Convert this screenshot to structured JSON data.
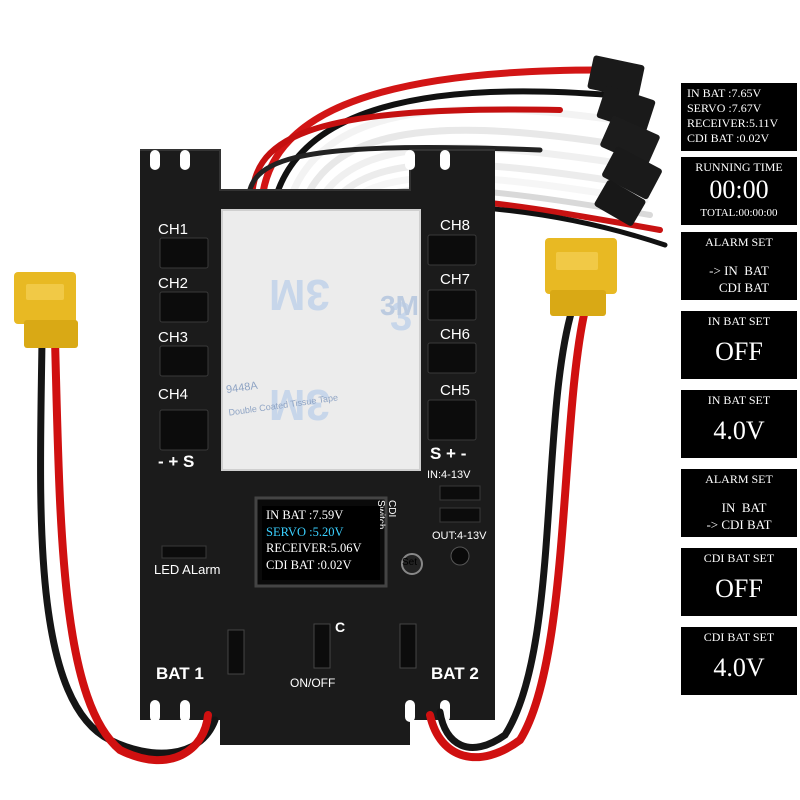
{
  "board": {
    "channels_left": [
      "CH1",
      "CH2",
      "CH3",
      "CH4"
    ],
    "channels_right": [
      "CH8",
      "CH7",
      "CH6",
      "CH5"
    ],
    "polarity_left": "- + S",
    "polarity_right": "S + -",
    "in_range": "IN:4-13V",
    "out_range": "OUT:4-13V",
    "cdi_switch": "CDI\nSwitch",
    "set_button": "Set",
    "led_alarm": "LED ALarm",
    "bat1": "BAT 1",
    "bat2": "BAT 2",
    "on_off": "ON/OFF",
    "port_c": "C",
    "tape_brand": "3M",
    "tape_code": "9448A",
    "tape_text": "Double Coated Tissue Tape",
    "board_display": [
      {
        "label": "IN BAT",
        "value": ":7.59V"
      },
      {
        "label": "SERVO",
        "value": ":5.20V"
      },
      {
        "label": "RECEIVER",
        "value": ":5.06V"
      },
      {
        "label": "CDI BAT",
        "value": ":0.02V"
      }
    ]
  },
  "panels": {
    "voltages": {
      "rows": [
        {
          "label": "IN BAT",
          "value": ":7.65V"
        },
        {
          "label": "SERVO",
          "value": ":7.67V"
        },
        {
          "label": "RECEIVER",
          "value": ":5.11V"
        },
        {
          "label": "CDI BAT",
          "value": ":0.02V"
        }
      ]
    },
    "running_time": {
      "title": "RUNNING TIME",
      "time": "00:00",
      "total": "TOTAL:00:00:00"
    },
    "alarm_set_1": {
      "title": "ALARM SET",
      "line1": "-> IN  BAT",
      "line2": "CDI BAT"
    },
    "in_bat_set_off": {
      "title": "IN BAT SET",
      "value": "OFF"
    },
    "in_bat_set_4v": {
      "title": "IN BAT SET",
      "value": "4.0V"
    },
    "alarm_set_2": {
      "title": "ALARM SET",
      "line1": "IN  BAT",
      "line2": "-> CDI BAT"
    },
    "cdi_bat_set_off": {
      "title": "CDI BAT SET",
      "value": "OFF"
    },
    "cdi_bat_set_4v": {
      "title": "CDI BAT SET",
      "value": "4.0V"
    }
  },
  "colors": {
    "board": "#1b1b1b",
    "connector_yellow": "#e8b923",
    "wire_red": "#d01010",
    "wire_black": "#151515",
    "wire_white": "#eeeeee",
    "oled_text": "#ffffff",
    "oled_highlight": "#3ad0ff"
  }
}
